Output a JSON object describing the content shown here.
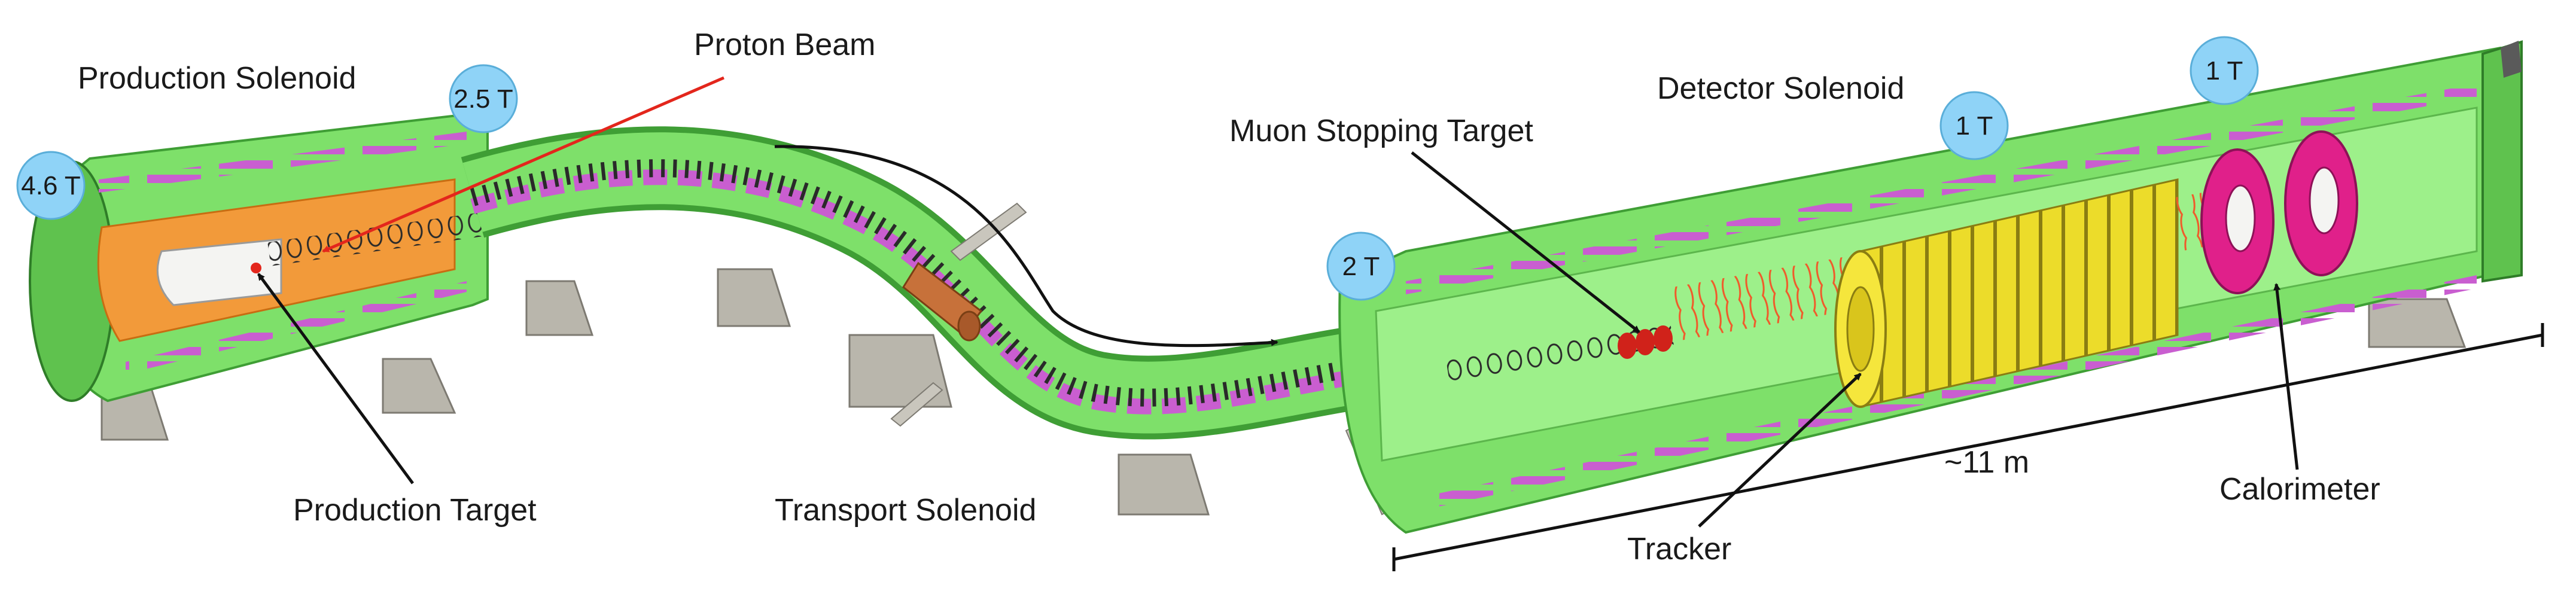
{
  "labels": {
    "production_solenoid": "Production Solenoid",
    "proton_beam": "Proton Beam",
    "muon_stopping_target": "Muon Stopping Target",
    "detector_solenoid": "Detector Solenoid",
    "production_target": "Production Target",
    "transport_solenoid": "Transport Solenoid",
    "tracker": "Tracker",
    "calorimeter": "Calorimeter",
    "length": "~11 m"
  },
  "field_badges": {
    "ps_upstream": "4.6 T",
    "ps_downstream": "2.5 T",
    "ds_entrance": "2 T",
    "ds_middle": "1 T",
    "ds_end": "1 T"
  },
  "colors": {
    "cryostat_green": "#7ee06a",
    "cryostat_dark": "#3f9e35",
    "coil_magenta": "#c95ed0",
    "ps_orange": "#f29a3a",
    "tracker_yellow": "#ecdc2a",
    "calorimeter_pink": "#e0208a",
    "beam_red": "#e3261c",
    "helix_red": "#f05a2a",
    "badge_blue": "#8fd3f7",
    "support_gray": "#b9b6ac"
  }
}
